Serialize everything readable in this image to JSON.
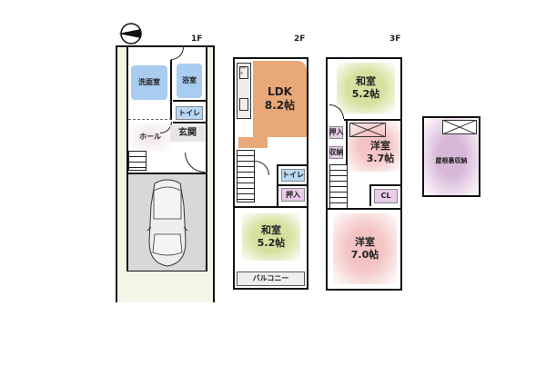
{
  "compass": {
    "icon": "north-arrow-icon",
    "direction": "west"
  },
  "floors": [
    {
      "label": "1F",
      "rooms": [
        {
          "name": "洗面室",
          "type": "washroom",
          "color": "#a8cdf0"
        },
        {
          "name": "浴室",
          "type": "bathroom",
          "color": "#a8cdf0"
        },
        {
          "name": "トイレ",
          "type": "toilet",
          "color": "#b8d8f4"
        },
        {
          "name": "ホール",
          "type": "hall",
          "color": "#f0e4e6"
        },
        {
          "name": "玄関",
          "type": "entrance",
          "color": "#e6e6e6"
        },
        {
          "name": "",
          "type": "garage",
          "icon": "car-icon",
          "color": "#d8d8d8"
        }
      ]
    },
    {
      "label": "2F",
      "rooms": [
        {
          "name": "LDK",
          "size": "8.2帖",
          "type": "ldk",
          "color": "#e8a878"
        },
        {
          "name": "トイレ",
          "type": "toilet",
          "color": "#b8d8f4"
        },
        {
          "name": "押入",
          "type": "closet",
          "color": "#e8cce8"
        },
        {
          "name": "和室",
          "size": "5.2帖",
          "type": "japanese-room",
          "color": "#d8e0a0"
        },
        {
          "name": "バルコニー",
          "type": "balcony",
          "color": "#eeeeee"
        }
      ]
    },
    {
      "label": "3F",
      "rooms": [
        {
          "name": "和室",
          "size": "5.2帖",
          "type": "japanese-room",
          "color": "#d8e0a0"
        },
        {
          "name": "押入",
          "type": "closet",
          "color": "#e8cce8"
        },
        {
          "name": "収納",
          "type": "storage",
          "color": "#e8cce8"
        },
        {
          "name": "洋室",
          "size": "3.7帖",
          "type": "western-room",
          "color": "#f4c4c4"
        },
        {
          "name": "CL",
          "type": "closet",
          "color": "#e8cce8"
        },
        {
          "name": "洋室",
          "size": "7.0帖",
          "type": "western-room",
          "color": "#f4c4c4"
        }
      ]
    },
    {
      "label": "",
      "rooms": [
        {
          "name": "屋根裏収納",
          "type": "attic-storage",
          "color": "#d8b8d8"
        }
      ]
    }
  ]
}
